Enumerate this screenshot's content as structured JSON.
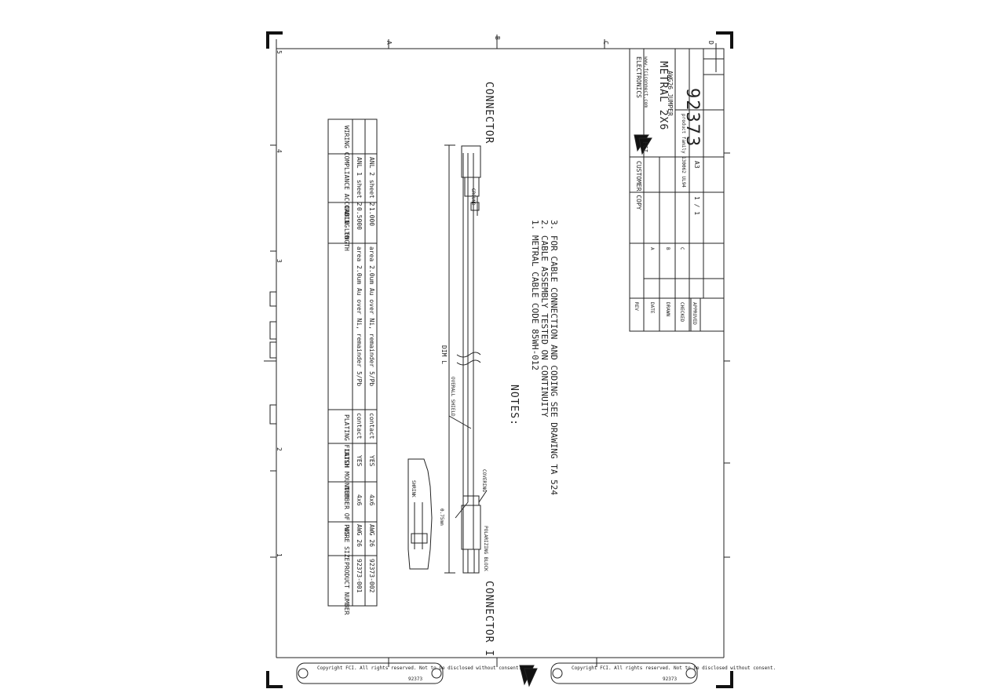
{
  "title_block": {
    "company": "ELECTRONICS",
    "logo_text": "FCI",
    "website": "www.fciconnect.com",
    "title_1": "METRAL 2X6",
    "title_2": "AWG26 JUMPER",
    "description": "product family 130062 UL94",
    "drawing_number": "92373",
    "size": "A3",
    "customer_copy": "CUSTOMER COPY",
    "sheet_label": "1 / 1"
  },
  "parts_table": {
    "headers": [
      "PRODUCT NUMBER",
      "WIRE SIZE",
      "NUMBER OF POS.",
      "LATCH MOUNTED",
      "PLATING FINISH",
      "",
      "CABLE LENGTH",
      "WIRING COMPLIANCE ACCORDING TO"
    ],
    "rows": [
      [
        "92373-001",
        "AWG 26",
        "4x6",
        "YES",
        "contact",
        "area 2.0um Au over Ni, remainder 5/Pb",
        "0.5000",
        "ANL 1 sheet 2"
      ],
      [
        "92373-002",
        "AWG 26",
        "4x6",
        "YES",
        "contact",
        "area 2.0um Au over Ni, remainder 5/Pb",
        "1.000",
        "ANL 2 sheet 2"
      ]
    ]
  },
  "notes": {
    "heading": "NOTES:",
    "items": [
      "1. METRAL CABLE CODE 85WH-012",
      "2. CABLE ASSEMBLY TESTED ON CONTINUITY",
      "3. FOR CABLE CONNECTION AND CODING SEE DRAWING TA 524"
    ]
  },
  "drawing_labels": {
    "connector_a": "CONNECTOR",
    "connector_b": "CONNECTOR I",
    "dim": "DIM L",
    "shrink": "SHRINK",
    "overall_shield": "OVERALL SHIELD",
    "covering": "COVERING",
    "polarizing": "POLARIZING BLOCK",
    "ground": "GROUND",
    "opt": "0.75mm"
  },
  "revision_block": {
    "labels": [
      "REV",
      "DATE",
      "DRAWN",
      "CHECKED",
      "APPROVED"
    ],
    "entries": [
      "A",
      "B",
      "C"
    ]
  },
  "footer": {
    "copyright_left": "Copyright FCI. All rights reserved. Not to be disclosed without consent.",
    "copyright_right": "Copyright FCI. All rights reserved. Not to be disclosed without consent.",
    "sheet_left": "92373",
    "sheet_right": "92373"
  },
  "grid_labels": {
    "top": [
      "5",
      "4",
      "3",
      "2",
      "1"
    ],
    "side": [
      "A",
      "B",
      "C",
      "D"
    ]
  }
}
